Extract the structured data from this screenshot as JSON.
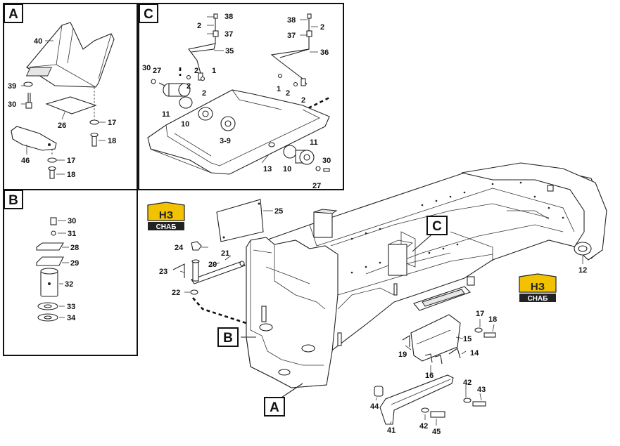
{
  "panels": {
    "A": "A",
    "B": "B",
    "C": "C"
  },
  "callouts": {
    "main_A": "A",
    "main_B": "B",
    "main_C": "C"
  },
  "panel_a_labels": {
    "p40": "40",
    "p39": "39",
    "p30": "30",
    "p26": "26",
    "p17a": "17",
    "p18a": "18",
    "p46": "46",
    "p17b": "17",
    "p18b": "18"
  },
  "panel_b_labels": {
    "p30": "30",
    "p31": "31",
    "p28": "28",
    "p29": "29",
    "p32": "32",
    "p33": "33",
    "p34": "34"
  },
  "panel_c_labels": {
    "p38a": "38",
    "p2a": "2",
    "p37a": "37",
    "p35": "35",
    "p38b": "38",
    "p2b": "2",
    "p37b": "37",
    "p36": "36",
    "p30a": "30",
    "p27a": "27",
    "p2c": "2",
    "p1a": "1",
    "p2d": "2",
    "p1b": "1",
    "p2e": "2",
    "p2f": "2",
    "p2g": "2",
    "p11a": "11",
    "p10a": "10",
    "p39": "3-9",
    "p13": "13",
    "p10b": "10",
    "p11b": "11",
    "p30b": "30",
    "p27b": "27"
  },
  "main_labels": {
    "p25": "25",
    "p24": "24",
    "p21": "21",
    "p20": "20",
    "p23": "23",
    "p22": "22",
    "p12": "12",
    "p17": "17",
    "p18": "18",
    "p15": "15",
    "p19": "19",
    "p14": "14",
    "p16": "16",
    "p42a": "42",
    "p43": "43",
    "p44": "44",
    "p41": "41",
    "p42b": "42",
    "p45": "45"
  },
  "logo": {
    "top": "НЗ",
    "bottom": "СНАБ",
    "colors": {
      "yellow": "#f2c200",
      "dark": "#222222"
    }
  }
}
